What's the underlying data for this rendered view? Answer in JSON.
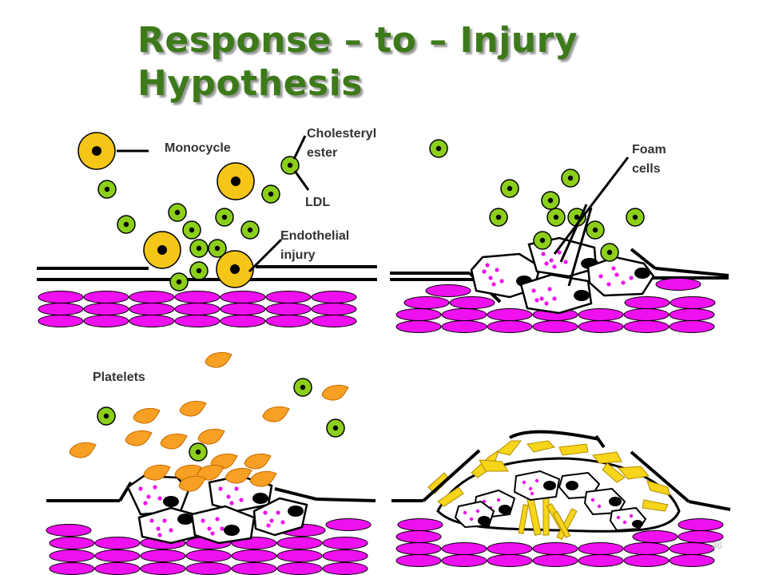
{
  "title": {
    "line1": "Response – to – Injury",
    "line2": "Hypothesis"
  },
  "labels": {
    "monocycle": "Monocycle",
    "cholesteryl_ester_1": "Cholesteryl",
    "cholesteryl_ester_2": "ester",
    "ldl": "LDL",
    "endothelial_1": "Endothelial",
    "endothelial_2": "injury",
    "foam_1": "Foam",
    "foam_2": "cells",
    "platelets": "Platelets"
  },
  "page_number": "36",
  "colors": {
    "title": "#3d7a1a",
    "monocyte": "#f5c518",
    "ldl": "#8ccf1a",
    "muscle_cell": "#ee10ee",
    "platelet": "#f7a023",
    "lipid_dot": "#ee10ee",
    "cap": "#f6d51a"
  }
}
